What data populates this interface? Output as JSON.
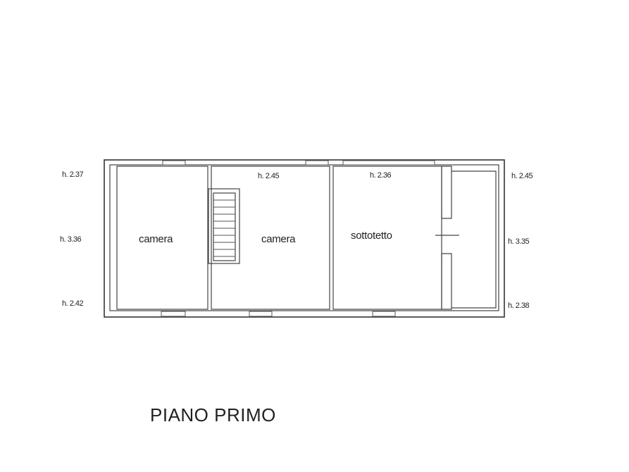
{
  "plan_title": "PIANO PRIMO",
  "rooms": {
    "room1": "camera",
    "room2": "camera",
    "room3": "sottotetto"
  },
  "heights": {
    "left_top": "h. 2.37",
    "left_mid": "h. 3.36",
    "left_bot": "h. 2.42",
    "room2_top": "h. 2.45",
    "room3_top": "h. 2.36",
    "right_top": "h. 2.45",
    "right_mid": "h. 3.35",
    "right_bot": "h. 2.38"
  }
}
